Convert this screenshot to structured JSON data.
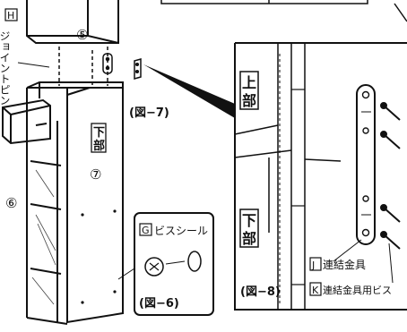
{
  "labels": {
    "part_h_letter": "H",
    "part_h_name": "ジョイントピン",
    "part_5": "⑤",
    "part_6": "⑥",
    "part_7": "⑦",
    "part_g_letter": "G",
    "part_g_name": "ビスシール",
    "part_j_letter": "J",
    "part_j_name": "連結金具",
    "part_k_letter": "K",
    "part_k_name": "連結金具用ビス",
    "top_upper": "上",
    "top_lower": "部",
    "bottom_upper": "下",
    "bottom_lower": "部",
    "cab_bottom_upper": "下",
    "cab_bottom_lower": "部",
    "fig7": "(図−7)",
    "fig6": "(図−6)",
    "fig8": "(図−8)"
  }
}
